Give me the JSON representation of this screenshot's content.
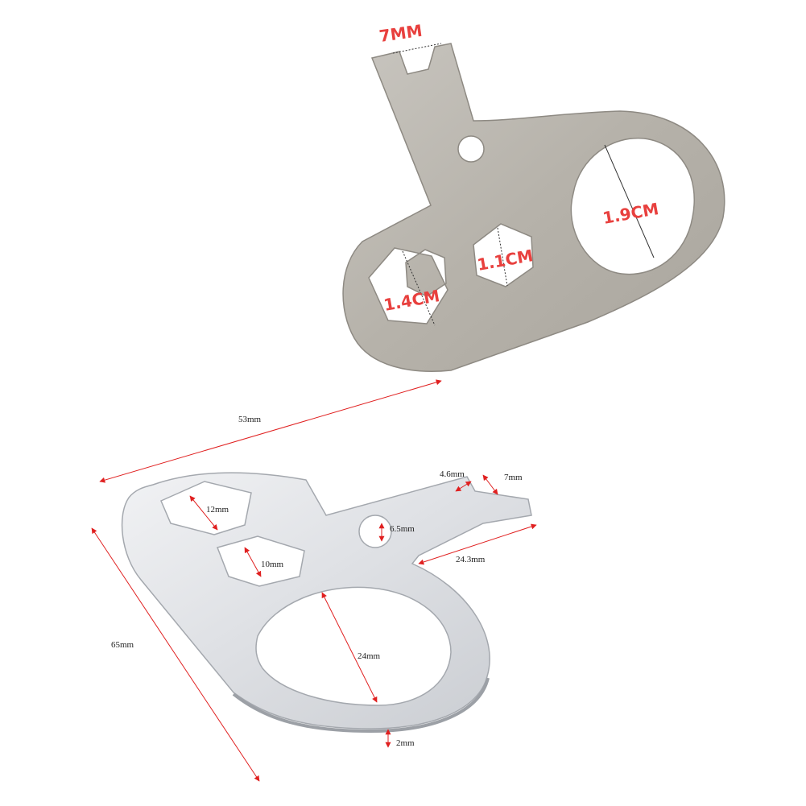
{
  "colors": {
    "background": "#ffffff",
    "dimension_red": "#e02020",
    "top_label_red": "#e8403e",
    "brushed_steel": "#b8b4ad",
    "polished_steel": "#e4e6e9"
  },
  "top_wrench": {
    "labels": {
      "slot_width": "7MM",
      "round_hole": "1.9CM",
      "small_hex": "1.1CM",
      "large_hex": "1.4CM"
    }
  },
  "bottom_wrench": {
    "labels": {
      "overall_width": "53mm",
      "overall_height": "65mm",
      "slot_inner": "4.6mm",
      "slot_outer": "7mm",
      "large_hex": "12mm",
      "small_hole": "6.5mm",
      "small_hex": "10mm",
      "arm_length": "24.3mm",
      "round_hole": "24mm",
      "thickness": "2mm"
    }
  }
}
